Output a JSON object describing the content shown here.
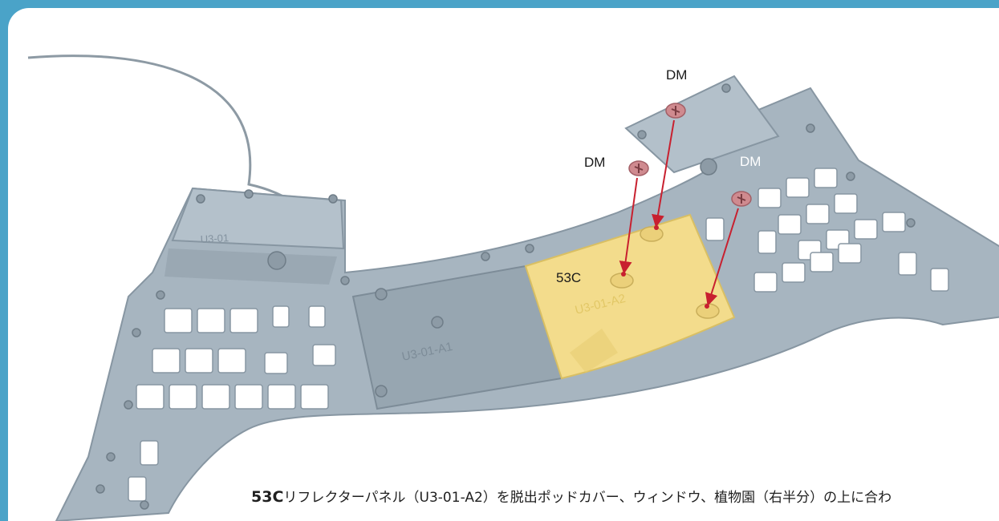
{
  "labels": {
    "dm_top": "DM",
    "dm_left": "DM",
    "dm_right": "DM",
    "part_53c": "53C"
  },
  "engravings": {
    "u3_01": "U3-01",
    "u3_01_a1": "U3-01-A1",
    "u3_01_a2": "U3-01-A2"
  },
  "caption": {
    "part_id": "53C",
    "text": "リフレクターパネル（U3-01-A2）を脱出ポッドカバー、ウィンドウ、植物園（右半分）の上に合わ"
  },
  "colors": {
    "frame": "#4aa3c8",
    "plate": "#a9b7c2",
    "reflector_panel": "#f3dc8c",
    "screw": "#cf8a8f",
    "arrow": "#c8202f"
  }
}
